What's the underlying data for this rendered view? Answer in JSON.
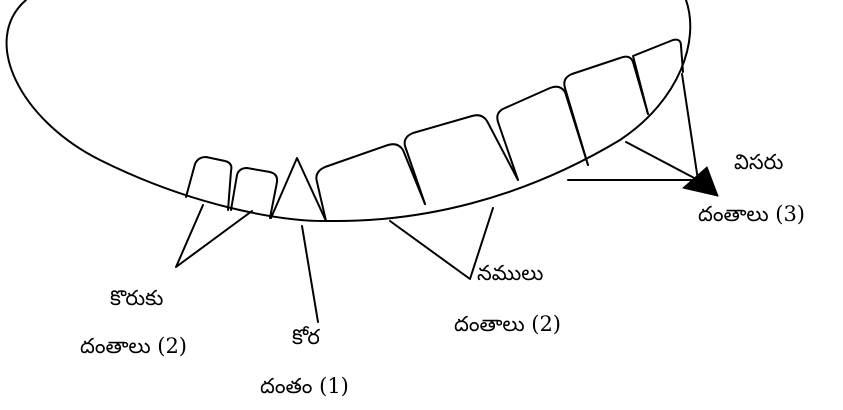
{
  "labels": {
    "incisors": {
      "line1": "కొరుకు",
      "line2": "దంతాలు (2)"
    },
    "canine": {
      "line1": "కోర",
      "line2": "దంతం (1)"
    },
    "premolars": {
      "line1": "నములు",
      "line2": "దంతాలు (2)"
    },
    "molars": {
      "line1": "విసరు",
      "line2": "దంతాలు (3)"
    }
  },
  "colors": {
    "stroke": "#000000",
    "background": "#ffffff",
    "arrowhead": "#000000"
  }
}
